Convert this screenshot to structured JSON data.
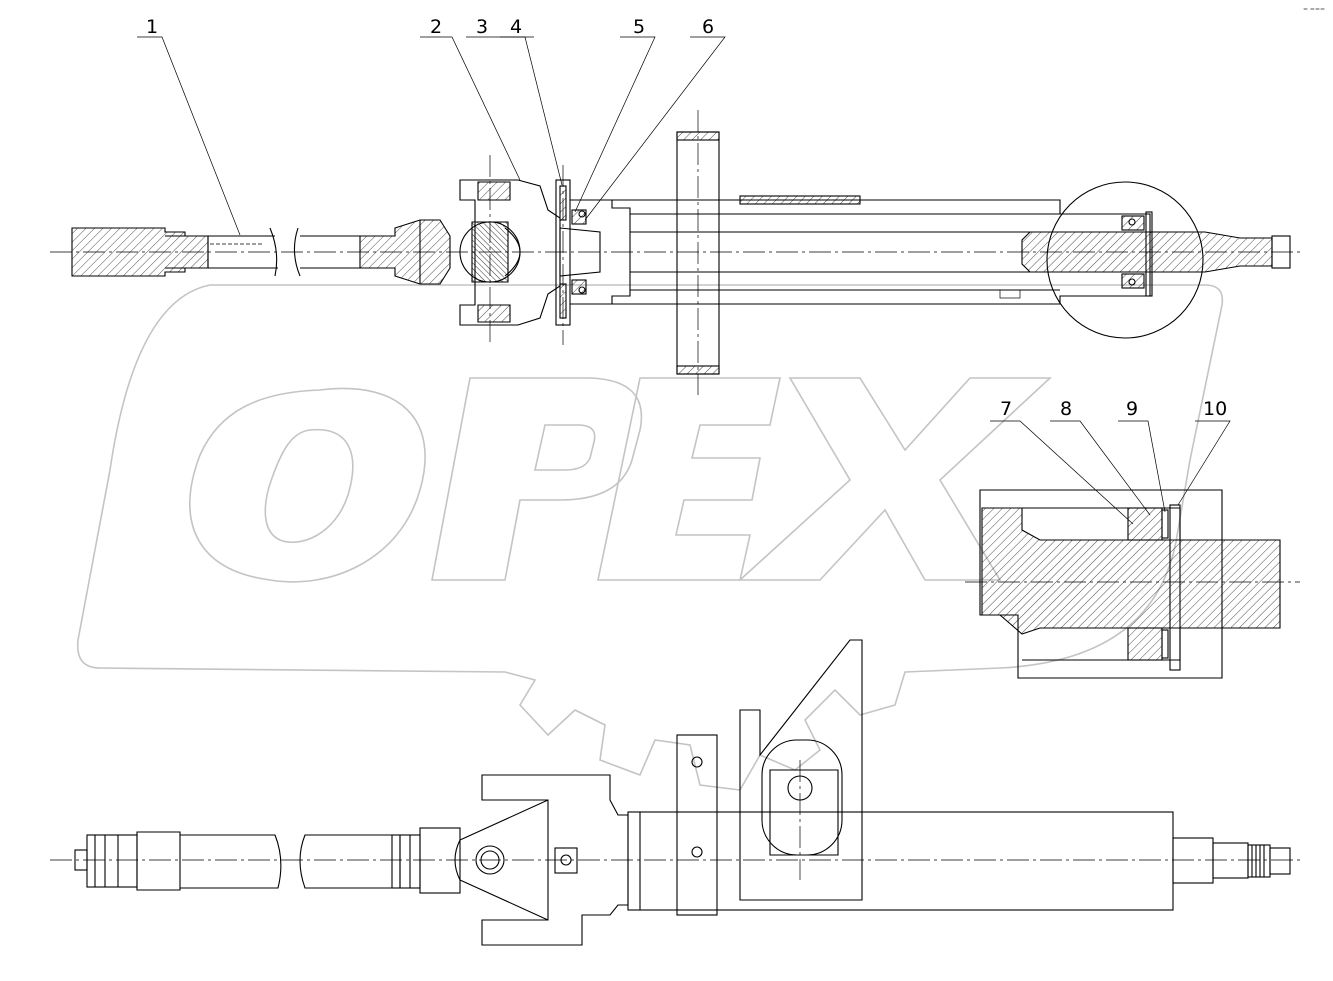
{
  "watermark": {
    "text": "OPEX",
    "stroke_color": "#c4c4c4"
  },
  "corner_stamp": "=  ===",
  "callouts": [
    {
      "id": "1",
      "label": "1"
    },
    {
      "id": "2",
      "label": "2"
    },
    {
      "id": "3",
      "label": "3"
    },
    {
      "id": "4",
      "label": "4"
    },
    {
      "id": "5",
      "label": "5"
    },
    {
      "id": "6",
      "label": "6"
    },
    {
      "id": "7",
      "label": "7"
    },
    {
      "id": "8",
      "label": "8"
    },
    {
      "id": "9",
      "label": "9"
    },
    {
      "id": "10",
      "label": "10"
    }
  ],
  "colors": {
    "line": "#000000",
    "background": "#ffffff"
  }
}
